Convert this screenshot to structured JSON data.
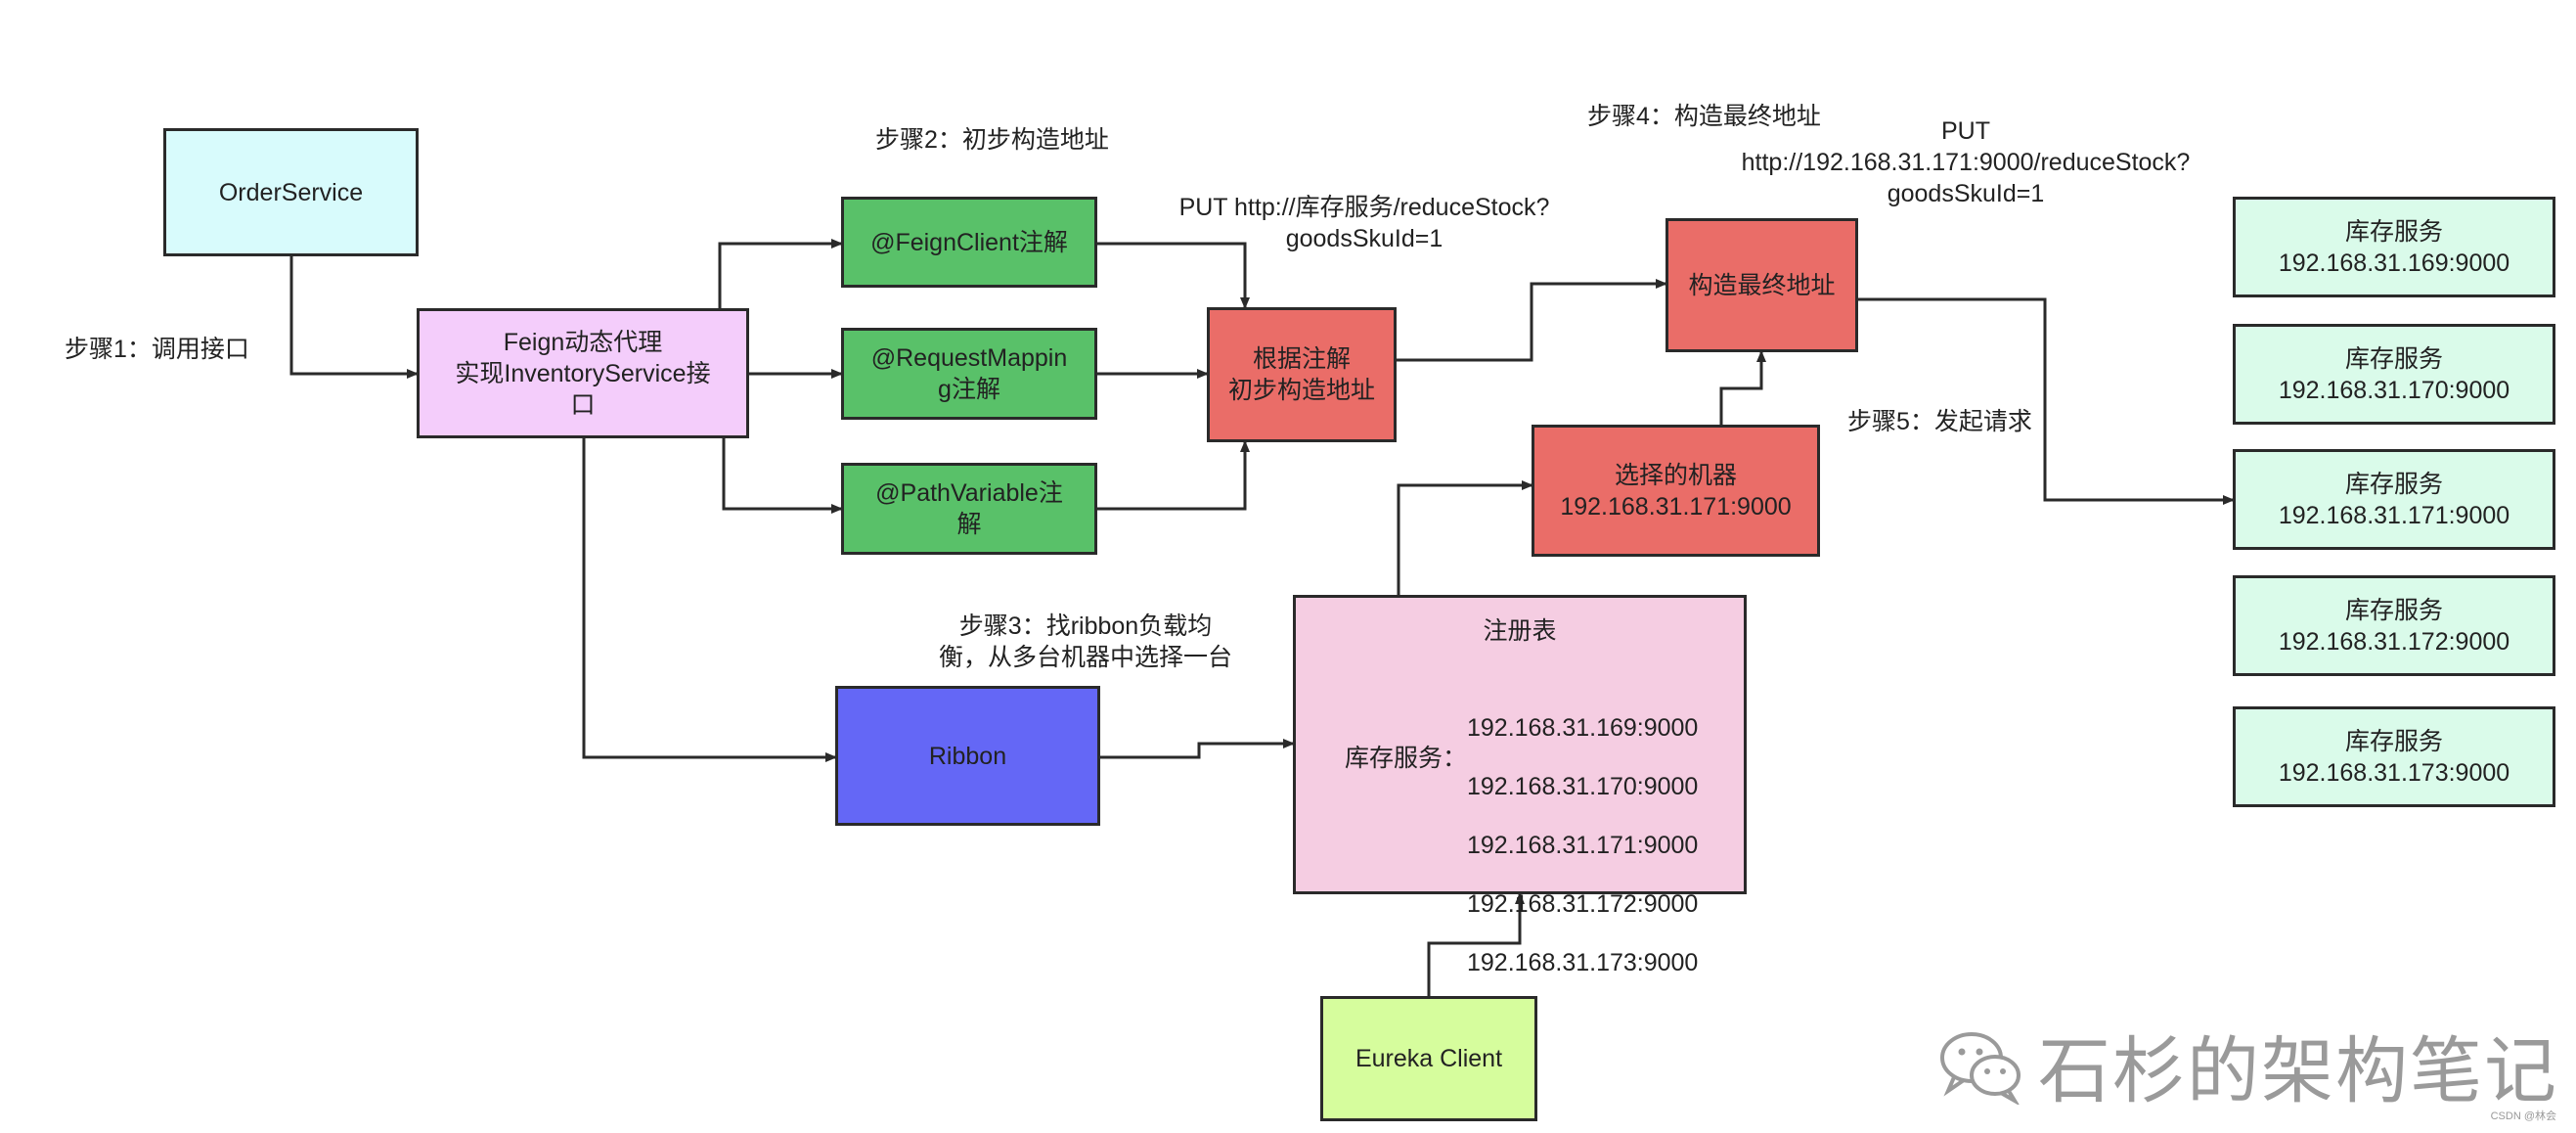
{
  "colors": {
    "order": "#d8fbfc",
    "feign": "#f4cdfb",
    "annotation": "#59c169",
    "red": "#ea6d68",
    "ribbon": "#6467f6",
    "registry": "#f5cde2",
    "server": "#dafbea",
    "eureka": "#d6fd9d",
    "line": "#2a2a2a"
  },
  "nodes": {
    "order_service": "OrderService",
    "feign_proxy": "Feign动态代理\n实现InventoryService接\n口",
    "feign_client": "@FeignClient注解",
    "request_mapping": "@RequestMappin\ng注解",
    "path_variable": "@PathVariable注\n解",
    "build_initial": "根据注解\n初步构造地址",
    "build_final": "构造最终地址",
    "selected_machine": "选择的机器\n192.168.31.171:9000",
    "ribbon": "Ribbon",
    "registry": {
      "title": "注册表",
      "service_label": "库存服务：",
      "addresses": [
        "192.168.31.169:9000",
        "192.168.31.170:9000",
        "192.168.31.171:9000",
        "192.168.31.172:9000",
        "192.168.31.173:9000"
      ]
    },
    "eureka_client": "Eureka Client",
    "servers": [
      "库存服务\n192.168.31.169:9000",
      "库存服务\n192.168.31.170:9000",
      "库存服务\n192.168.31.171:9000",
      "库存服务\n192.168.31.172:9000",
      "库存服务\n192.168.31.173:9000"
    ]
  },
  "labels": {
    "step1": "步骤1：调用接口",
    "step2": "步骤2：初步构造地址",
    "step3": "步骤3：找ribbon负载均\n衡，从多台机器中选择一台",
    "step4": "步骤4：构造最终地址",
    "step5": "步骤5：发起请求",
    "put_initial": "PUT http://库存服务/reduceStock?\ngoodsSkuId=1",
    "put_final": "PUT\nhttp://192.168.31.171:9000/reduceStock?\ngoodsSkuId=1"
  },
  "watermark": {
    "icon": "wechat-icon",
    "text": "石杉的架构笔记"
  },
  "credit": "CSDN @林会"
}
